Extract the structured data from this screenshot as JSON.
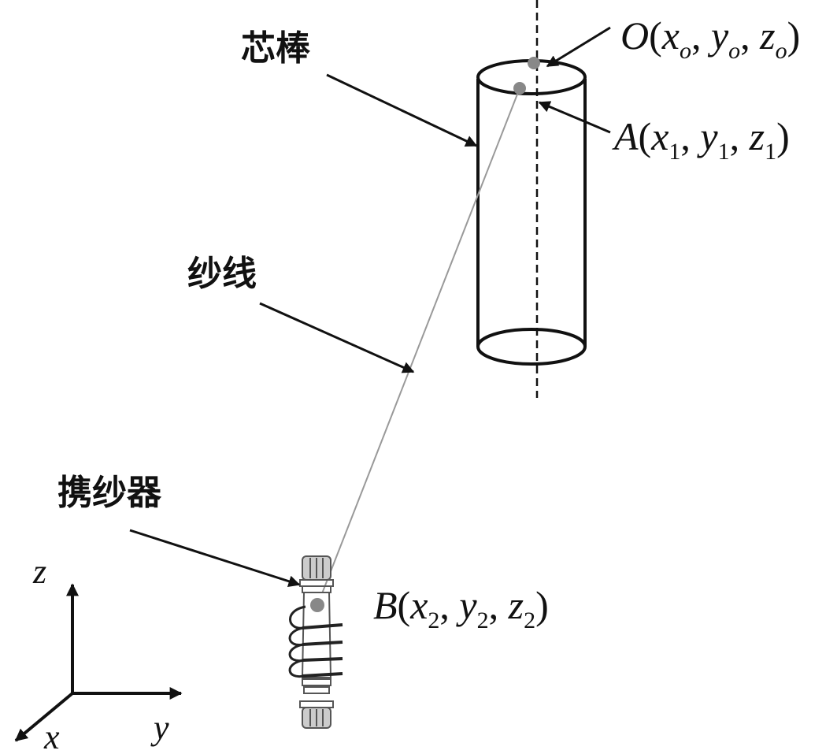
{
  "labels": {
    "core_rod": "芯棒",
    "yarn": "纱线",
    "carrier": "携纱器"
  },
  "points": {
    "O": {
      "parts": [
        "O",
        "(",
        "x",
        "o",
        ", ",
        "y",
        "o",
        ", ",
        "z",
        "o",
        ")"
      ]
    },
    "A": {
      "parts": [
        "A",
        "(",
        "x",
        "1",
        ", ",
        "y",
        "1",
        ", ",
        "z",
        "1",
        ")"
      ]
    },
    "B": {
      "parts": [
        "B",
        "(",
        "x",
        "2",
        ", ",
        "y",
        "2",
        ", ",
        "z",
        "2",
        ")"
      ]
    }
  },
  "axes": {
    "x": "x",
    "y": "y",
    "z": "z"
  },
  "colors": {
    "ink": "#111111",
    "point": "#888888",
    "yarn": "#999999"
  }
}
